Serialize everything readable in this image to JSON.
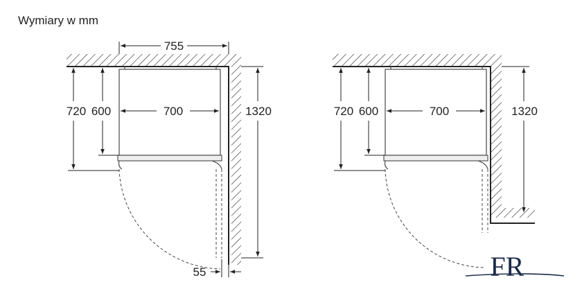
{
  "caption": "Wymiary w mm",
  "left_view": {
    "depth_total": "755",
    "height_total": "720",
    "height_body": "600",
    "width_body": "700",
    "door_clearance": "1320",
    "wall_gap": "55"
  },
  "right_view": {
    "height_total": "720",
    "height_body": "600",
    "width_body": "700",
    "door_clearance": "1320"
  },
  "logo": {
    "letters": "FR"
  }
}
